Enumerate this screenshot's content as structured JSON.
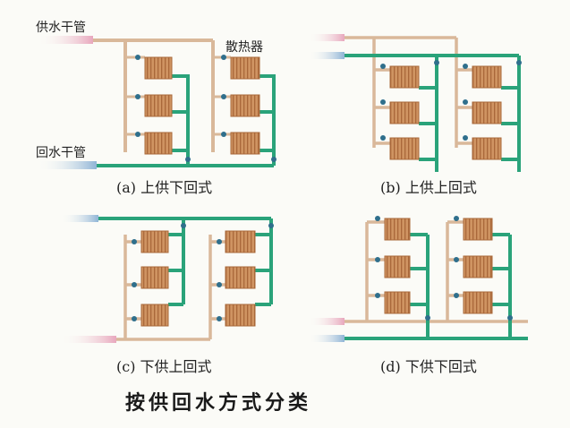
{
  "labels": {
    "supply_main": "供水干管",
    "return_main": "回水干管",
    "radiator": "散热器"
  },
  "diagrams": [
    {
      "id": "a",
      "caption": "(a)  上供下回式"
    },
    {
      "id": "b",
      "caption": "(b)  上供上回式"
    },
    {
      "id": "c",
      "caption": "(c)  下供上回式"
    },
    {
      "id": "d",
      "caption": "(d)  下供下回式"
    }
  ],
  "title": "按供回水方式分类",
  "colors": {
    "supply_pipe": "#d9b89a",
    "return_pipe": "#2aa37a",
    "radiator": "#c98a54",
    "valve": "#2f6f8c",
    "inlet_arrow": "#e8a7bd",
    "outlet_arrow": "#8fb4d6"
  }
}
